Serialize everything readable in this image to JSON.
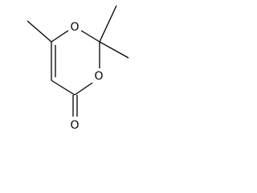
{
  "molecule": {
    "atoms": {
      "o_ring_top": "O",
      "o_ring_right": "O",
      "o_carbonyl": "O"
    },
    "colors": {
      "bond": "#000000",
      "label": "#000000",
      "background": "#ffffff"
    }
  }
}
